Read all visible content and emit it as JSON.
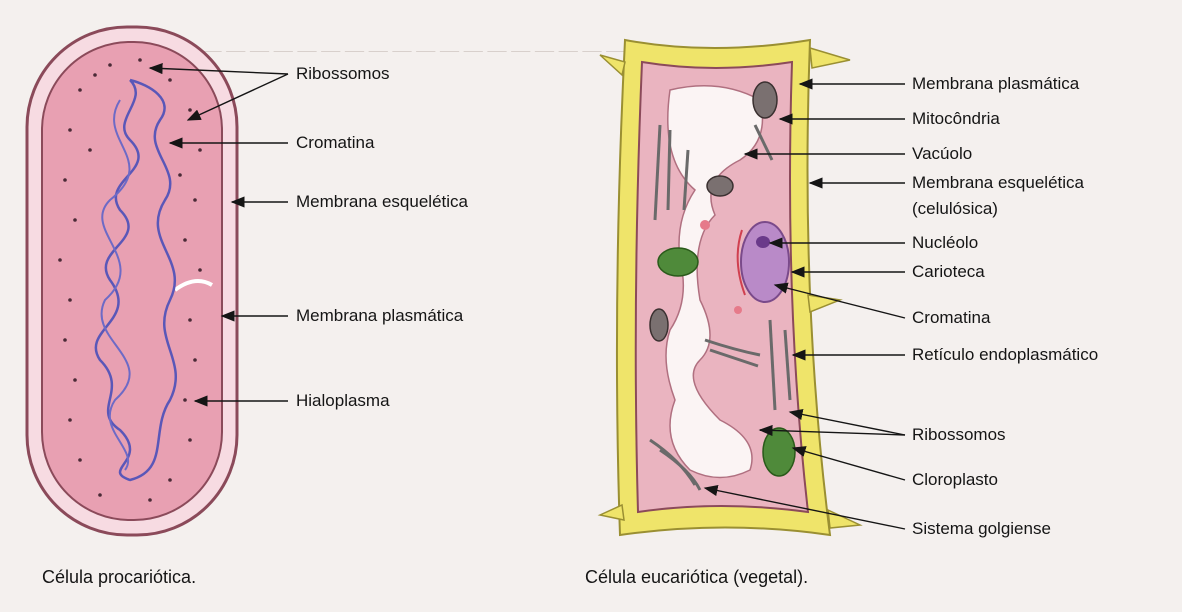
{
  "prokaryote": {
    "labels": {
      "ribossomos": "Ribossomos",
      "cromatina": "Cromatina",
      "membrana_esqueletica": "Membrana esquelética",
      "membrana_plasmatica": "Membrana plasmática",
      "hialoplasma": "Hialoplasma"
    },
    "caption": "Célula procariótica."
  },
  "eukaryote": {
    "labels": {
      "membrana_plasmatica": "Membrana plasmática",
      "mitocondria": "Mitocôndria",
      "vacuolo": "Vacúolo",
      "membrana_esqueletica_1": "Membrana esquelética",
      "membrana_esqueletica_2": "(celulósica)",
      "nucleolo": "Nucléolo",
      "carioteca": "Carioteca",
      "cromatina": "Cromatina",
      "reticulo": "Retículo endoplasmático",
      "ribossomos": "Ribossomos",
      "cloroplasto": "Cloroplasto",
      "sistema_golgiense": "Sistema golgiense"
    },
    "caption": "Célula eucariótica (vegetal)."
  },
  "colors": {
    "prokaryote_fill": "#e8a0b2",
    "cell_wall": "#efe46a",
    "cytoplasm": "#eab4c0",
    "vacuole": "#fbf4f4",
    "nucleus": "#b98ac8",
    "chloroplast": "#4f8a3a",
    "chromatin": "#5a57b8"
  }
}
